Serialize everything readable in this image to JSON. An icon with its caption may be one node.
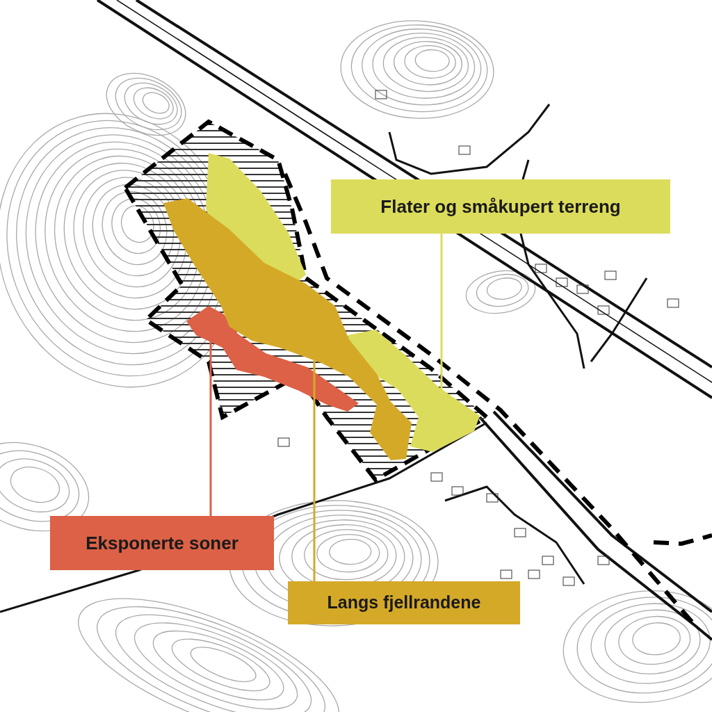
{
  "diagram": {
    "nodes": [
      {
        "text": [
          "Flater og småkupert terreng"
        ]
      },
      {
        "text": [
          "Eksponerte soner"
        ]
      },
      {
        "text": [
          "Langs fjellrandene"
        ]
      },
      {
        "text": [],
        "shape": "area"
      },
      {
        "text": [],
        "shape": "area"
      },
      {
        "text": [],
        "shape": "area"
      }
    ],
    "edges": [
      {
        "from": 0,
        "to": 3,
        "arrow": "none",
        "color": "#dcdc5c"
      },
      {
        "from": 1,
        "to": 4,
        "arrow": "none",
        "color": "#dc6146"
      },
      {
        "from": 2,
        "to": 5,
        "arrow": "none",
        "color": "#d5a928"
      }
    ]
  }
}
